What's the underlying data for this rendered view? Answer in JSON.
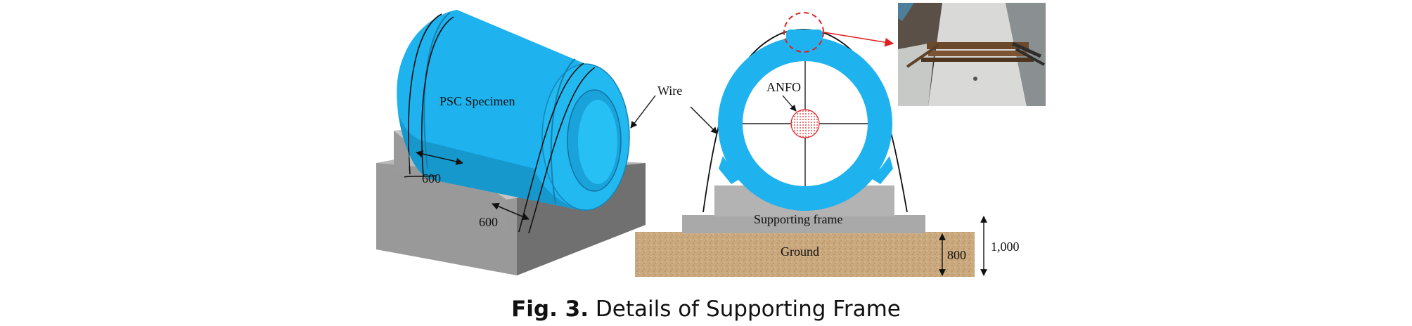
{
  "figure": {
    "caption_label": "Fig. 3.",
    "caption_title": "Details of Supporting Frame"
  },
  "iso_view": {
    "specimen_label": "PSC Specimen",
    "dim_top": "600",
    "dim_bottom": "600"
  },
  "section_view": {
    "wire_label": "Wire",
    "anfo_label": "ANFO",
    "frame_label": "Supporting frame",
    "ground_label": "Ground",
    "ground_depth": "800",
    "total_height": "1,000"
  },
  "colors": {
    "specimen": "#1eb2ee",
    "specimen_dark": "#1593c6",
    "frame_light": "#a9a9a9",
    "frame_dark": "#6d6d6d",
    "ground": "#c9a77d",
    "callout": "#e02020"
  }
}
